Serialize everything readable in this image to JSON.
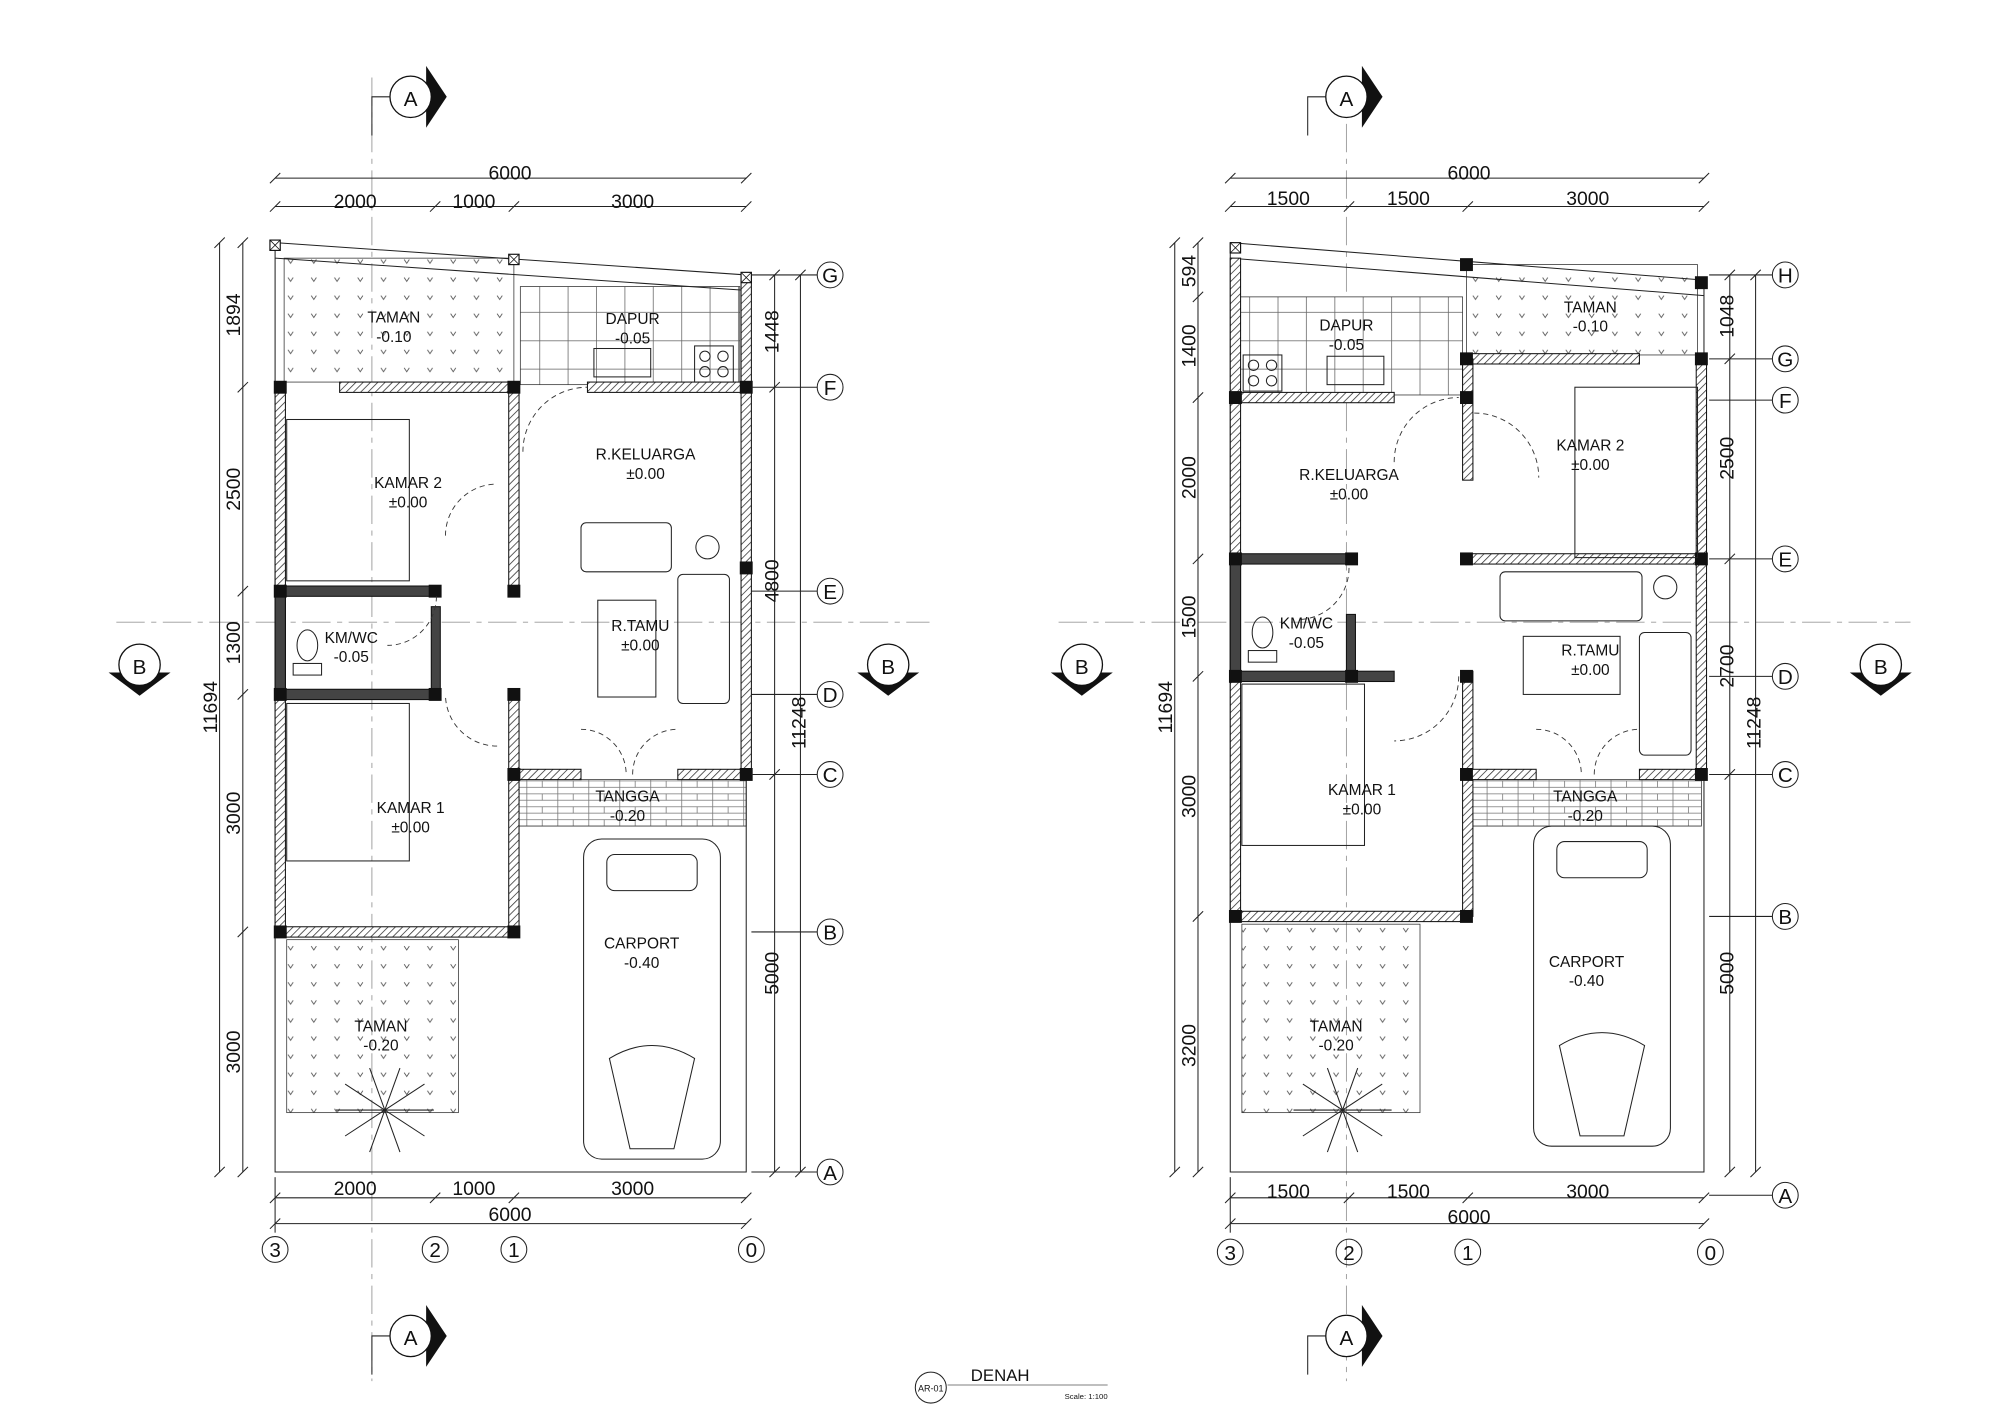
{
  "title": {
    "sheet": "AR-01",
    "name": "DENAH",
    "scale": "Scale: 1:100"
  },
  "section_marks": {
    "a": "A",
    "b": "B"
  },
  "plans": [
    {
      "rooms": [
        {
          "name": "TAMAN",
          "level": "-0.10"
        },
        {
          "name": "DAPUR",
          "level": "-0.05"
        },
        {
          "name": "KAMAR 2",
          "level": "±0.00"
        },
        {
          "name": "R.KELUARGA",
          "level": "±0.00"
        },
        {
          "name": "KM/WC",
          "level": "-0.05"
        },
        {
          "name": "R.TAMU",
          "level": "±0.00"
        },
        {
          "name": "KAMAR 1",
          "level": "±0.00"
        },
        {
          "name": "TANGGA",
          "level": "-0.20"
        },
        {
          "name": "CARPORT",
          "level": "-0.40"
        },
        {
          "name": "TAMAN",
          "level": "-0.20"
        }
      ],
      "dims_top": [
        "6000",
        "2000",
        "1000",
        "3000"
      ],
      "dims_bottom": [
        "2000",
        "1000",
        "3000",
        "6000"
      ],
      "dims_left": [
        "1894",
        "2500",
        "1300",
        "3000",
        "3000",
        "11694"
      ],
      "dims_right": [
        "1448",
        "4800",
        "5000",
        "11248"
      ],
      "grid_cols": [
        "3",
        "2",
        "1",
        "0"
      ],
      "grid_rows": [
        "G",
        "F",
        "E",
        "D",
        "C",
        "B",
        "A"
      ]
    },
    {
      "rooms": [
        {
          "name": "DAPUR",
          "level": "-0.05"
        },
        {
          "name": "TAMAN",
          "level": "-0.10"
        },
        {
          "name": "KAMAR 2",
          "level": "±0.00"
        },
        {
          "name": "R.KELUARGA",
          "level": "±0.00"
        },
        {
          "name": "KM/WC",
          "level": "-0.05"
        },
        {
          "name": "R.TAMU",
          "level": "±0.00"
        },
        {
          "name": "KAMAR 1",
          "level": "±0.00"
        },
        {
          "name": "TANGGA",
          "level": "-0.20"
        },
        {
          "name": "CARPORT",
          "level": "-0.40"
        },
        {
          "name": "TAMAN",
          "level": "-0.20"
        }
      ],
      "dims_top": [
        "6000",
        "1500",
        "1500",
        "3000"
      ],
      "dims_bottom": [
        "1500",
        "1500",
        "3000",
        "6000"
      ],
      "dims_left": [
        "594",
        "1400",
        "2000",
        "1500",
        "3000",
        "3200",
        "11694"
      ],
      "dims_right": [
        "1048",
        "2500",
        "2700",
        "5000",
        "11248"
      ],
      "grid_cols": [
        "3",
        "2",
        "1",
        "0"
      ],
      "grid_rows": [
        "H",
        "G",
        "F",
        "E",
        "D",
        "C",
        "B",
        "A"
      ]
    }
  ]
}
